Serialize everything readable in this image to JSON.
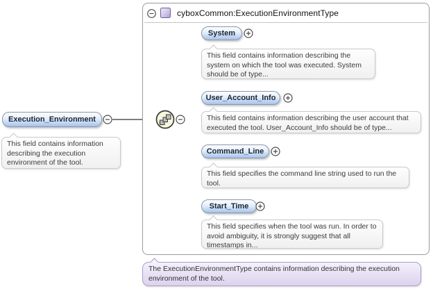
{
  "root_element": {
    "label": "Execution_Environment",
    "annotation": "This field contains information describing the execution environment of the tool."
  },
  "type_box": {
    "title": "cyboxCommon:ExecutionEnvironmentType",
    "compositor": "sequence",
    "children": [
      {
        "label": "System",
        "annotation": "This field contains information describing the system on which the tool was executed. System should be of type..."
      },
      {
        "label": "User_Account_Info",
        "annotation": "This field contains information describing the user account that executed the tool. User_Account_Info should be of type..."
      },
      {
        "label": "Command_Line",
        "annotation": "This field specifies the command line string used to run the tool."
      },
      {
        "label": "Start_Time",
        "annotation": "This field specifies when the tool was run. In order to avoid ambiguity, it is strongly suggest that all timestamps in..."
      }
    ]
  },
  "footer_annotation": "The ExecutionEnvironmentType contains information describing the execution environment of the tool.",
  "colors": {
    "element_fill": "#a5c3ea",
    "type_icon_purple": "#b1a1d6",
    "sequence_icon_yellow": "#f7f7da",
    "footer_purple": "#dcd2ee",
    "connector_gray": "#8a8a8a"
  }
}
